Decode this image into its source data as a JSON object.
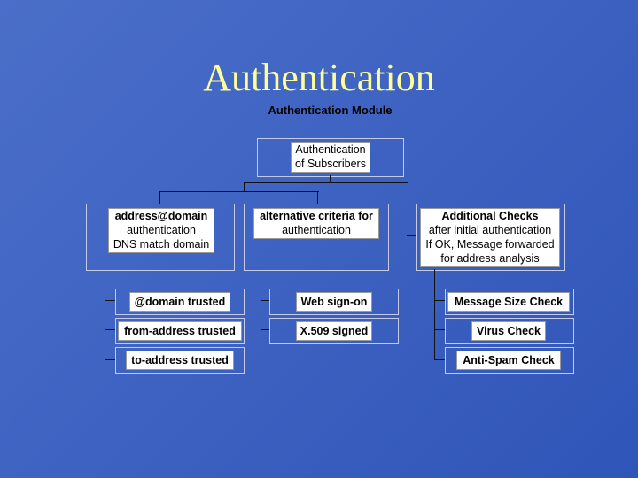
{
  "slide": {
    "title": "Authentication",
    "subtitle": "Authentication Module"
  },
  "diagram": {
    "root": {
      "line1": "Authentication",
      "line2": "of Subscribers"
    },
    "branches": [
      {
        "lines": [
          "address@domain",
          "authentication",
          "DNS match domain"
        ],
        "children": [
          "@domain trusted",
          "from-address trusted",
          "to-address trusted"
        ]
      },
      {
        "lines": [
          "alternative criteria for",
          "authentication"
        ],
        "children": [
          "Web sign-on",
          "X.509 signed"
        ]
      },
      {
        "lines": [
          "Additional Checks",
          "after initial authentication",
          "If OK, Message forwarded",
          "for address analysis"
        ],
        "children": [
          "Message Size Check",
          "Virus Check",
          "Anti-Spam Check"
        ]
      }
    ]
  }
}
